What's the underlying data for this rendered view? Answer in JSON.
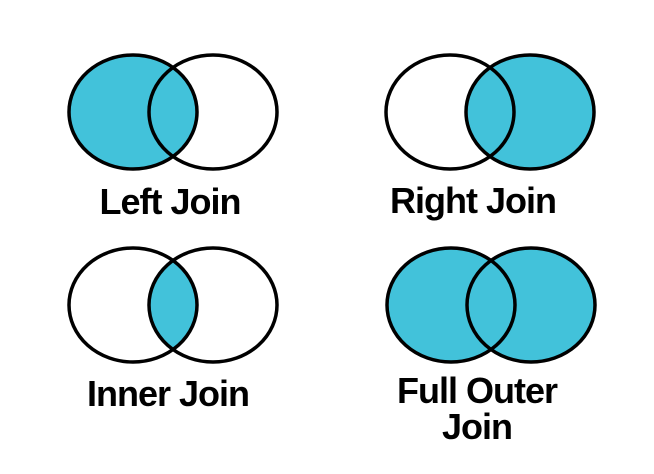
{
  "page": {
    "background": "#FFFFFF"
  },
  "colors": {
    "fill": "#42C2DA",
    "stroke": "#000000",
    "text": "#000000"
  },
  "diagrams": [
    {
      "id": "left-join",
      "label": "Left Join",
      "shaded_region": "left-circle-with-intersection"
    },
    {
      "id": "right-join",
      "label": "Right Join",
      "shaded_region": "right-circle-with-intersection"
    },
    {
      "id": "inner-join",
      "label": "Inner Join",
      "shaded_region": "intersection-only"
    },
    {
      "id": "full-outer-join",
      "label": "Full Outer Join",
      "label_lines": [
        "Full Outer",
        "Join"
      ],
      "shaded_region": "both-circles"
    }
  ]
}
